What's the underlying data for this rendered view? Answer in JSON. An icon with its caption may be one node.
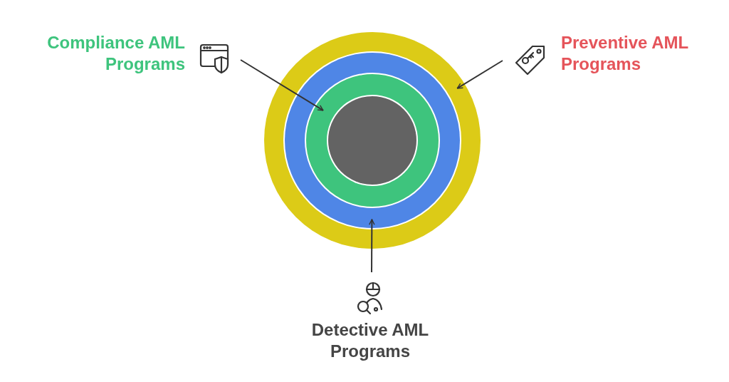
{
  "diagram": {
    "nodes": [
      {
        "text": [
          "Compliance AML Programs"
        ]
      },
      {
        "text": [
          "Preventive AML Programs"
        ]
      },
      {
        "text": [],
        "shape": "circle"
      },
      {
        "text": [],
        "shape": "circle",
        "in": 2
      },
      {
        "text": [],
        "shape": "circle",
        "in": 3
      },
      {
        "text": [],
        "shape": "circle",
        "in": 4
      },
      {
        "text": [
          "Detective AML Programs"
        ]
      }
    ],
    "edges": [
      {
        "from": 0,
        "to": 4,
        "arrow": "to"
      },
      {
        "from": 1,
        "to": 2,
        "arrow": "to"
      },
      {
        "from": 6,
        "to": 3,
        "arrow": "to"
      }
    ]
  }
}
